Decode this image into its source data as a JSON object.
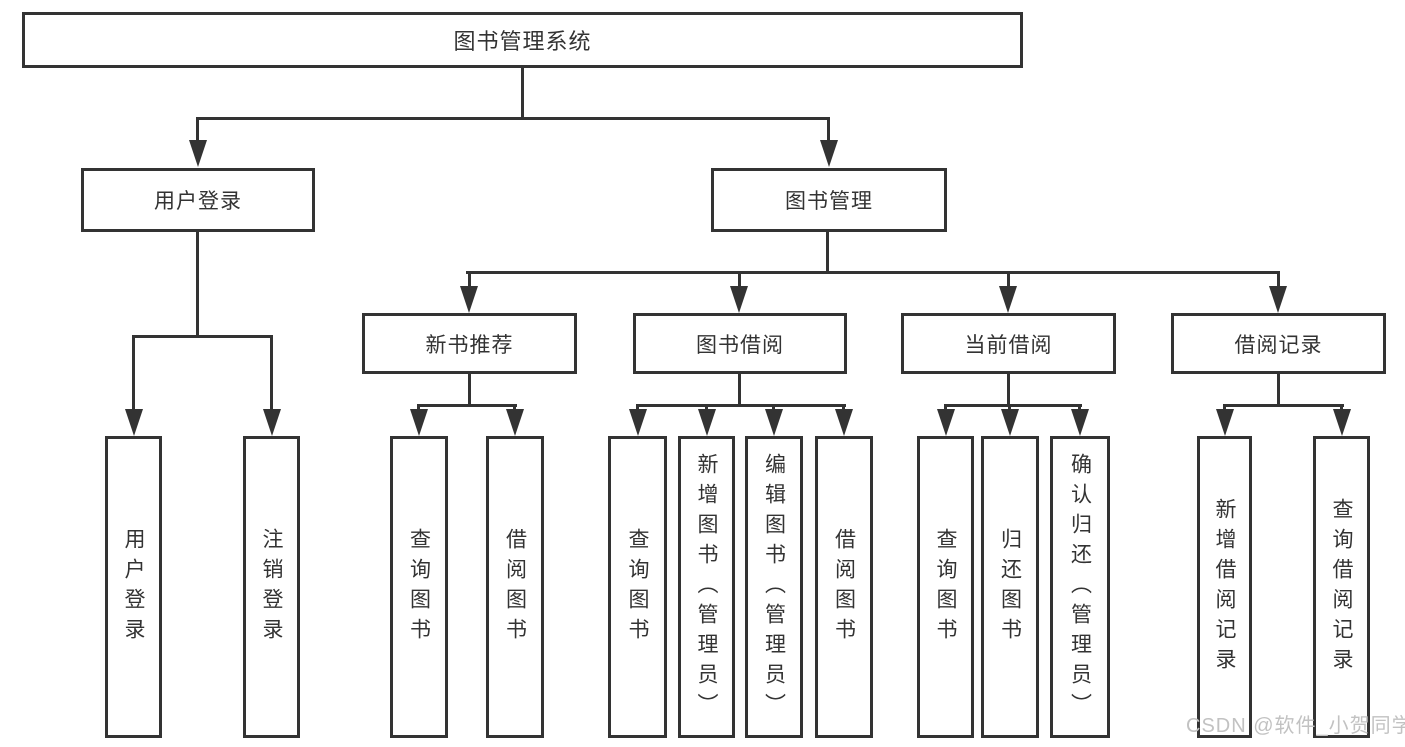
{
  "title": "图书管理系统",
  "level2": {
    "user_login": "用户登录",
    "book_mgmt": "图书管理"
  },
  "level3": {
    "new_book": "新书推荐",
    "book_borrow": "图书借阅",
    "current_borrow": "当前借阅",
    "borrow_records": "借阅记录"
  },
  "leaves": {
    "user_login": [
      "用户登录",
      "注销登录"
    ],
    "new_book": [
      "查询图书",
      "借阅图书"
    ],
    "book_borrow": [
      "查询图书",
      "新增图书（管理员）",
      "编辑图书（管理员）",
      "借阅图书"
    ],
    "current_borrow": [
      "查询图书",
      "归还图书",
      "确认归还（管理员）"
    ],
    "borrow_records": [
      "新增借阅记录",
      "查询借阅记录"
    ]
  },
  "watermark": "CSDN @软件_小贺同学",
  "colors": {
    "line": "#333333",
    "text": "#333333",
    "watermark": "#c2c2c2",
    "background": "#ffffff"
  }
}
